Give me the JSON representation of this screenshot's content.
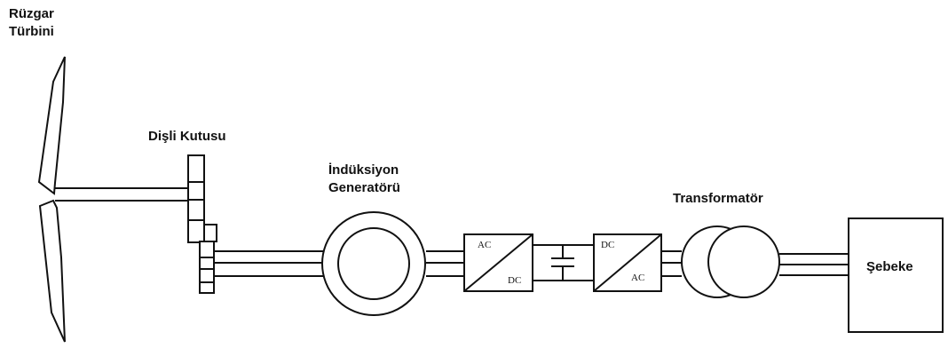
{
  "labels": {
    "turbine_line1": "Rüzgar",
    "turbine_line2": "Türbini",
    "gearbox": "Dişli Kutusu",
    "generator_line1": "İndüksiyon",
    "generator_line2": "Generatörü",
    "transformer": "Transformatör",
    "grid": "Şebeke"
  },
  "converter1": {
    "top_left": "AC",
    "bottom_right": "DC"
  },
  "converter2": {
    "top_left": "DC",
    "bottom_right": "AC"
  }
}
